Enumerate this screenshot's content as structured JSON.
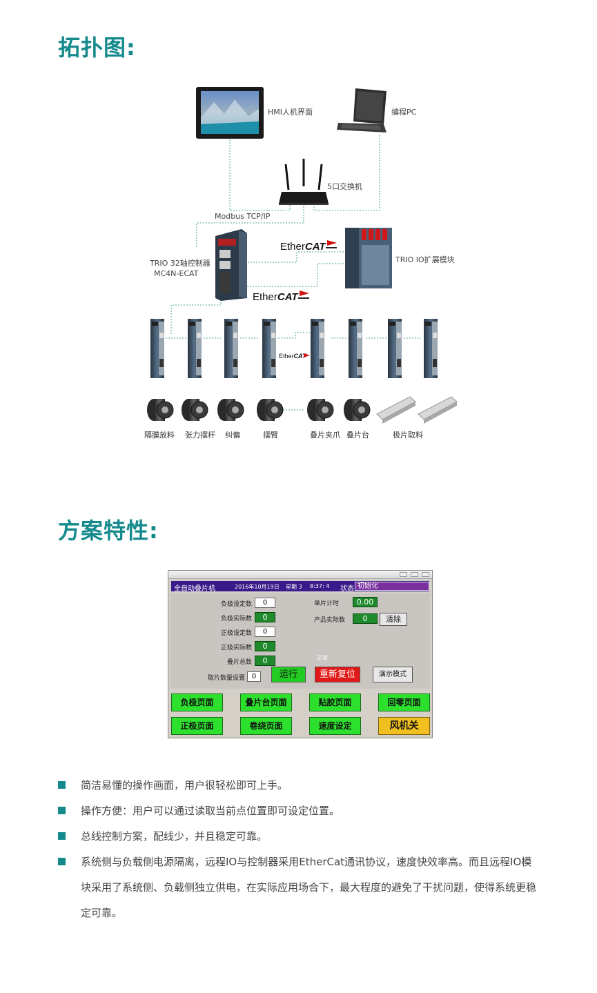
{
  "titles": {
    "topology": "拓扑图:",
    "features": "方案特性:"
  },
  "topology": {
    "hmi": "HMI人机界面",
    "pc": "编程PC",
    "switch": "5口交换机",
    "modbus": "Modbus TCP/IP",
    "controller_line1": "TRIO 32轴控制器",
    "controller_line2": "MC4N-ECAT",
    "io_module": "TRIO IO扩展模块",
    "ethercat_logo": "EtherCAT",
    "ethercat_logo_ether": "Ether",
    "ethercat_logo_cat": "CAT",
    "motor_labels": [
      "隔膜放料",
      "张力摆杆",
      "纠偏",
      "摆臂",
      "叠片夹爪",
      "叠片台",
      "极片取料"
    ]
  },
  "hmi_screen": {
    "title": "全自动叠片机",
    "date": "2016年10月19日",
    "weekday": "星期 3",
    "time": "8:37: 4",
    "state_label": "状态",
    "state_value": "初始化",
    "fields": [
      {
        "label": "负极设定数",
        "value": "0",
        "style": "white"
      },
      {
        "label": "负极实际数",
        "value": "0",
        "style": "green"
      },
      {
        "label": "正极设定数",
        "value": "0",
        "style": "white"
      },
      {
        "label": "正极实际数",
        "value": "0",
        "style": "green"
      },
      {
        "label": "叠片总数",
        "value": "0",
        "style": "green"
      }
    ],
    "single_time_label": "单片计时",
    "single_time_value": "0.00",
    "product_label": "产品实际数",
    "product_value": "0",
    "clear_button": "清除",
    "status_text": "正常",
    "pick_label": "取片数量设置",
    "pick_value": "0",
    "run_button": "运行",
    "reset_button": "重新复位",
    "demo_button": "演示模式",
    "nav_buttons": [
      "负极页面",
      "叠片台页面",
      "贴胶页面",
      "回零页面",
      "正极页面",
      "卷绕页面",
      "速度设定",
      "风机关"
    ]
  },
  "features": [
    "简洁易懂的操作画面，用户很轻松即可上手。",
    "操作方便：用户可以通过读取当前点位置即可设定位置。",
    "总线控制方案，配线少，并且稳定可靠。",
    "系统侧与负载侧电源隔离，远程IO与控制器采用EtherCat通讯协议，速度快效率高。而且远程IO模块采用了系统侧、负载侧独立供电，在实际应用场合下，最大程度的避免了干扰问题，使得系统更稳定可靠。"
  ]
}
